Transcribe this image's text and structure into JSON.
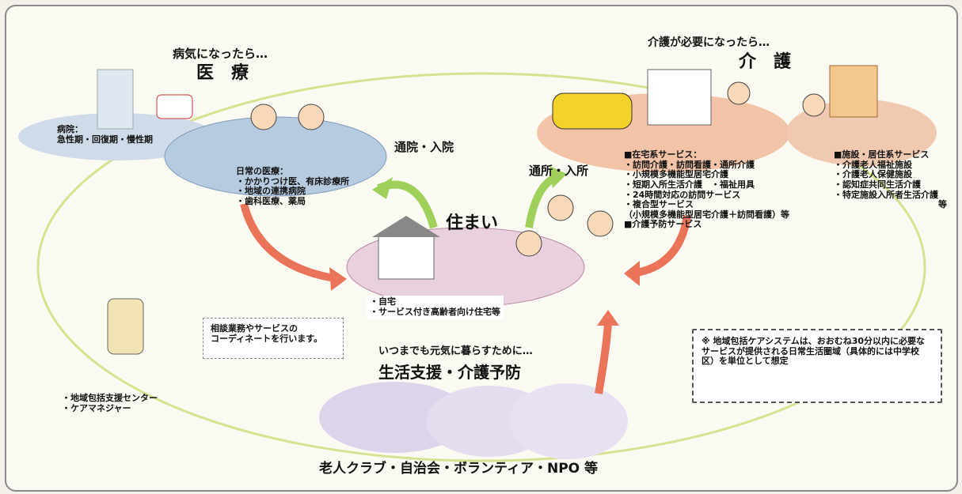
{
  "medical": {
    "subtitle": "病気になったら…",
    "title": "医　療",
    "hospital_label": "病院：\n急性期・回復期・慢性期",
    "daily_label": "日常の医療：\n・かかりつけ医、有床診療所\n・地域の連携病院\n・歯科医療、薬局"
  },
  "visit_hospital": "通院・入院",
  "visit_care": "通所・入所",
  "care": {
    "subtitle": "介護が必要になったら…",
    "title": "介　護",
    "home_services": "■在宅系サービス：\n・訪問介護・訪問看護・通所介護\n・小規模多機能型居宅介護\n・短期入所生活介護　・福祉用具\n・24時間対応の訪問サービス\n・複合型サービス\n（小規模多機能型居宅介護＋訪問看護）等\n■介護予防サービス",
    "facility_services": "■施設・居住系サービス\n・介護老人福祉施設\n・介護老人保健施設\n・認知症共同生活介護\n・特定施設入所者生活介護\n　　　　　　　　　　　　等"
  },
  "housing": {
    "title": "住まい",
    "items": "・自宅\n・サービス付き高齢者向け住宅等"
  },
  "coordinator": {
    "callout": "相談業務やサービスの\nコーディネートを行います。",
    "label": "・地域包括支援センター\n・ケアマネジャー"
  },
  "lifesupport": {
    "lead": "いつまでも元気に暮らすために…",
    "title": "生活支援・介護予防",
    "bottom": "老人クラブ・自治会・ボランティア・NPO 等"
  },
  "note": "※ 地域包括ケアシステムは、おおむね30分以内に必要なサービスが提供される日常生活圏域（具体的には中学校区）を単位として想定"
}
